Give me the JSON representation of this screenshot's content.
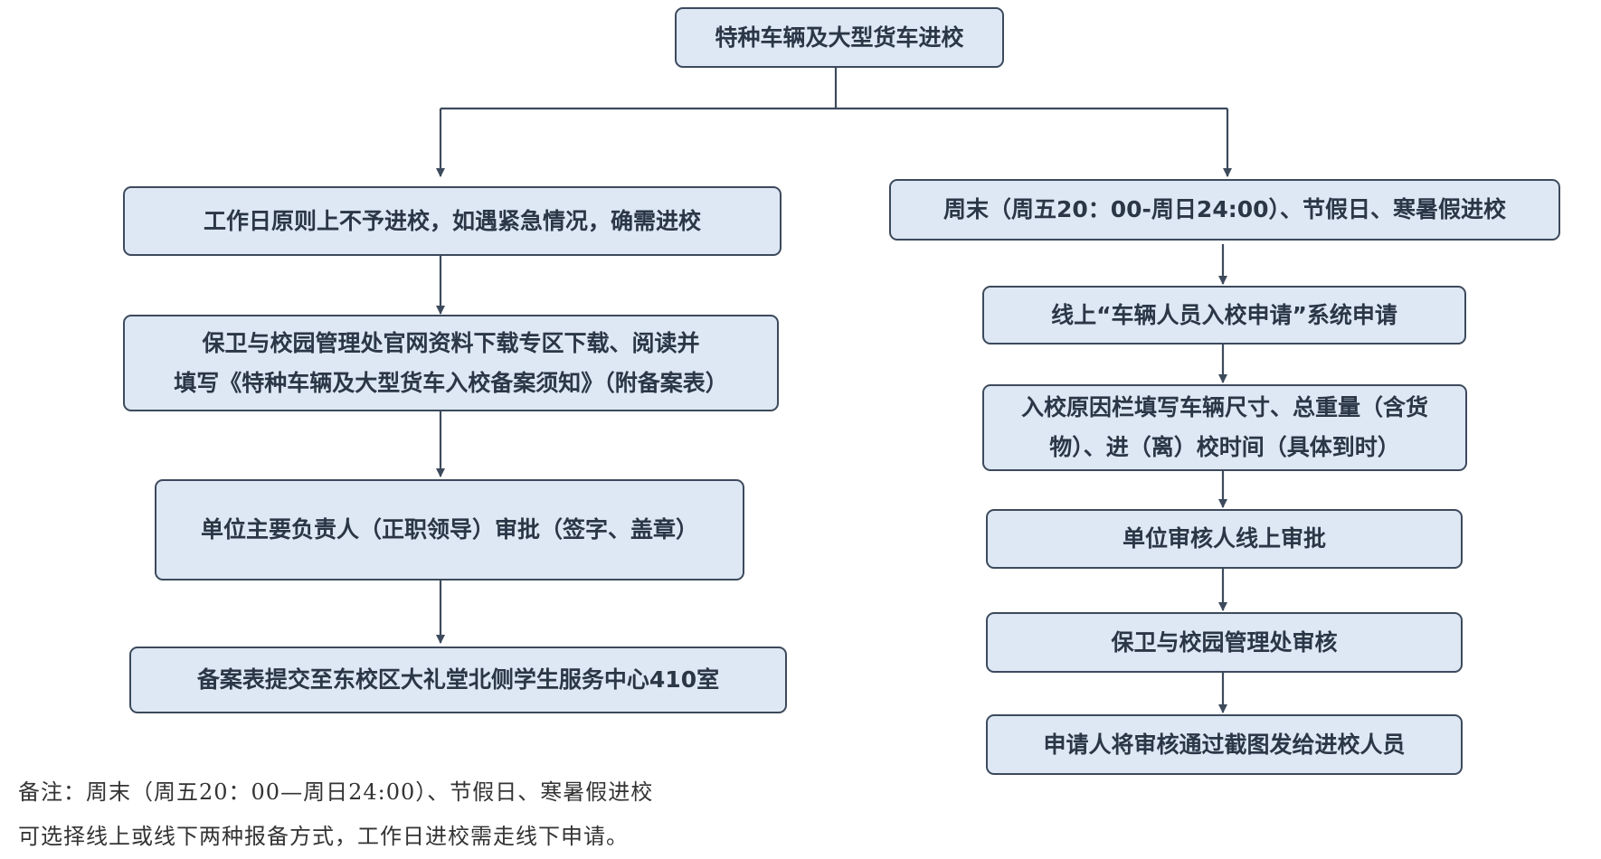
{
  "flowchart": {
    "root": "特种车辆及大型货车进校",
    "left_branch": [
      "工作日原则上不予进校，如遇紧急情况，确需进校",
      "保卫与校园管理处官网资料下载专区下载、阅读并\n填写《特种车辆及大型货车入校备案须知》（附备案表）",
      "单位主要负责人（正职领导）审批（签字、盖章）",
      "备案表提交至东校区大礼堂北侧学生服务中心410室"
    ],
    "right_branch": [
      "周末（周五20：00-周日24:00）、节假日、寒暑假进校",
      "线上“车辆人员入校申请”系统申请",
      "入校原因栏填写车辆尺寸、总重量（含货\n物）、进（离）校时间（具体到时）",
      "单位审核人线上审批",
      "保卫与校园管理处审核",
      "申请人将审核通过截图发给进校人员"
    ]
  },
  "note": {
    "line1": "备注：周末（周五20：00—周日24:00）、节假日、寒暑假进校",
    "line2": "可选择线上或线下两种报备方式，工作日进校需走线下申请。"
  },
  "colors": {
    "box_fill": "#dde8f4",
    "box_border": "#3d4a5c",
    "connector": "#3d4a5c",
    "text": "#2b3646"
  }
}
